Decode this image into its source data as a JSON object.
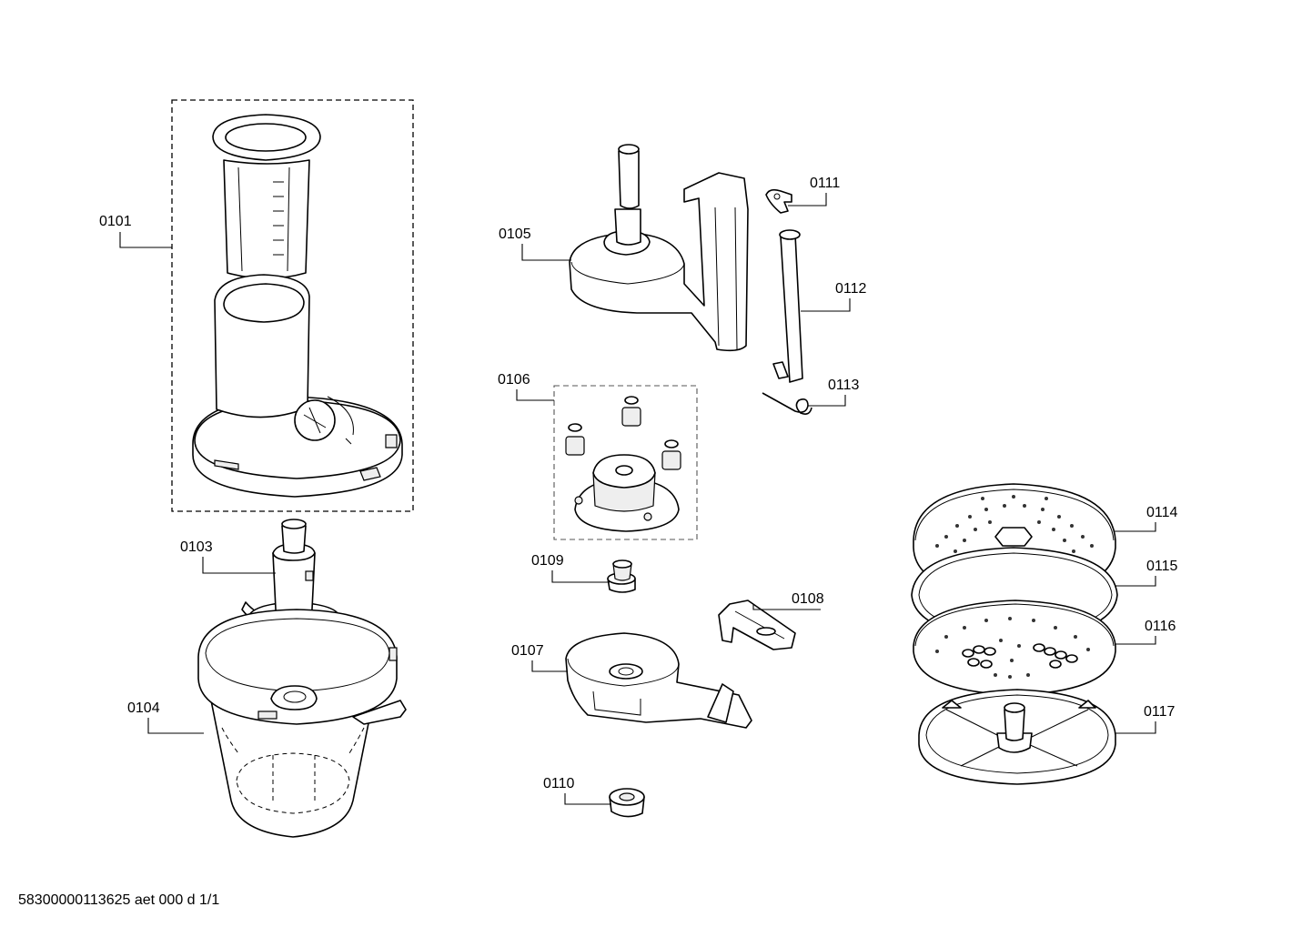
{
  "document": {
    "footer": "58300000113625 aet 000 d 1/1"
  },
  "callouts": {
    "p0101": "0101",
    "p0103": "0103",
    "p0104": "0104",
    "p0105": "0105",
    "p0106": "0106",
    "p0107": "0107",
    "p0108": "0108",
    "p0109": "0109",
    "p0110": "0110",
    "p0111": "0111",
    "p0112": "0112",
    "p0113": "0113",
    "p0114": "0114",
    "p0115": "0115",
    "p0116": "0116",
    "p0117": "0117"
  }
}
